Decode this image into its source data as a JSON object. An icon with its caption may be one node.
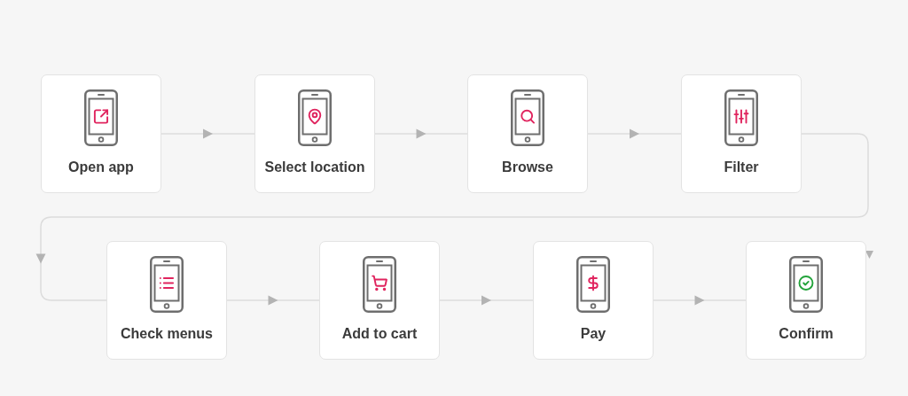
{
  "diagram": {
    "nodes": [
      {
        "text": [
          "Open app"
        ]
      },
      {
        "text": [
          "Select location"
        ]
      },
      {
        "text": [
          "Browse"
        ]
      },
      {
        "text": [
          "Filter"
        ]
      },
      {
        "text": [
          "Check menus"
        ]
      },
      {
        "text": [
          "Add to cart"
        ]
      },
      {
        "text": [
          "Pay"
        ]
      },
      {
        "text": [
          "Confirm"
        ]
      }
    ],
    "edges": [
      {
        "from": 0,
        "to": 1,
        "arrow": "to"
      },
      {
        "from": 1,
        "to": 2,
        "arrow": "to"
      },
      {
        "from": 2,
        "to": 3,
        "arrow": "to"
      },
      {
        "from": 3,
        "to": 4,
        "arrow": "to"
      },
      {
        "from": 4,
        "to": 5,
        "arrow": "to"
      },
      {
        "from": 5,
        "to": 6,
        "arrow": "to"
      },
      {
        "from": 6,
        "to": 7,
        "arrow": "to"
      }
    ]
  }
}
